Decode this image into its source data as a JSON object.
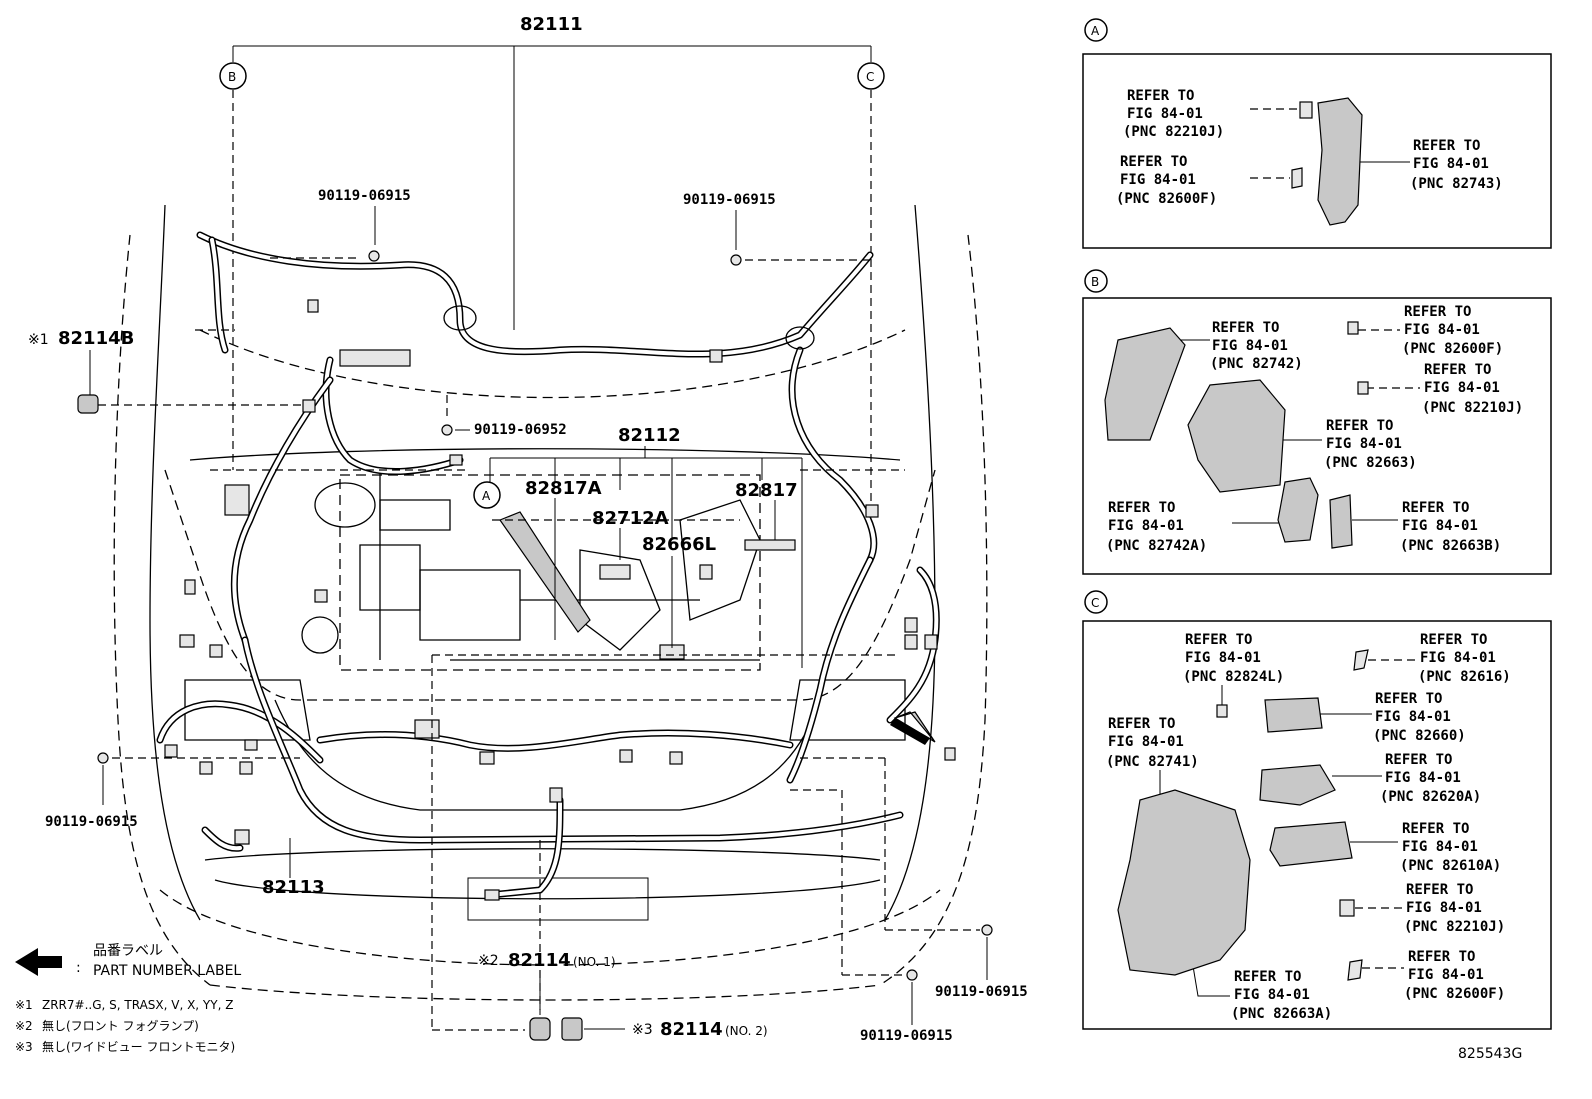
{
  "main": {
    "part_numbers": {
      "p82111": "82111",
      "p82112": "82112",
      "p82113": "82113",
      "p82114B": "82114B",
      "p82817A": "82817A",
      "p82712A": "82712A",
      "p82817": "82817",
      "p82666L": "82666L",
      "p82114": "82114",
      "p82114_no1": "(NO. 1)",
      "p82114_no2": "(NO. 2)",
      "bolt_a": "90119-06915",
      "bolt_b": "90119-06915",
      "bolt_c": "90119-06915",
      "bolt_d": "90119-06915",
      "bolt_e": "90119-06915",
      "bolt_f": "90119-06952"
    },
    "callouts": {
      "a": "A",
      "b": "B",
      "c": "C"
    },
    "marks": {
      "m1": "※1",
      "m2": "※2",
      "m3": "※3"
    }
  },
  "legend": {
    "label_jp": "品番ラベル",
    "label_en": "PART NUMBER LABEL",
    "colon": ":"
  },
  "notes": {
    "n1_mark": "※1",
    "n1_text": "ZRR7#..G, S, TRASX, V, X, YY, Z",
    "n2_mark": "※2",
    "n2_text": "無し(フロント フォグランプ)",
    "n3_mark": "※3",
    "n3_text": "無し(ワイドビュー フロントモニタ)"
  },
  "panels": {
    "a": {
      "label": "A",
      "refs": [
        {
          "l1": "REFER TO",
          "l2": "FIG 84-01",
          "l3": "(PNC 82210J)"
        },
        {
          "l1": "REFER TO",
          "l2": "FIG 84-01",
          "l3": "(PNC 82600F)"
        },
        {
          "l1": "REFER TO",
          "l2": "FIG 84-01",
          "l3": "(PNC 82743)"
        }
      ]
    },
    "b": {
      "label": "B",
      "refs": [
        {
          "l1": "REFER TO",
          "l2": "FIG 84-01",
          "l3": "(PNC 82742)"
        },
        {
          "l1": "REFER TO",
          "l2": "FIG 84-01",
          "l3": "(PNC 82600F)"
        },
        {
          "l1": "REFER TO",
          "l2": "FIG 84-01",
          "l3": "(PNC 82210J)"
        },
        {
          "l1": "REFER TO",
          "l2": "FIG 84-01",
          "l3": "(PNC 82663)"
        },
        {
          "l1": "REFER TO",
          "l2": "FIG 84-01",
          "l3": "(PNC 82742A)"
        },
        {
          "l1": "REFER TO",
          "l2": "FIG 84-01",
          "l3": "(PNC 82663B)"
        }
      ]
    },
    "c": {
      "label": "C",
      "refs": [
        {
          "l1": "REFER TO",
          "l2": "FIG 84-01",
          "l3": "(PNC 82824L)"
        },
        {
          "l1": "REFER TO",
          "l2": "FIG 84-01",
          "l3": "(PNC 82616)"
        },
        {
          "l1": "REFER TO",
          "l2": "FIG 84-01",
          "l3": "(PNC 82660)"
        },
        {
          "l1": "REFER TO",
          "l2": "FIG 84-01",
          "l3": "(PNC 82741)"
        },
        {
          "l1": "REFER TO",
          "l2": "FIG 84-01",
          "l3": "(PNC 82620A)"
        },
        {
          "l1": "REFER TO",
          "l2": "FIG 84-01",
          "l3": "(PNC 82610A)"
        },
        {
          "l1": "REFER TO",
          "l2": "FIG 84-01",
          "l3": "(PNC 82210J)"
        },
        {
          "l1": "REFER TO",
          "l2": "FIG 84-01",
          "l3": "(PNC 82600F)"
        },
        {
          "l1": "REFER TO",
          "l2": "FIG 84-01",
          "l3": "(PNC 82663A)"
        }
      ]
    }
  },
  "figure_id": "825543G"
}
